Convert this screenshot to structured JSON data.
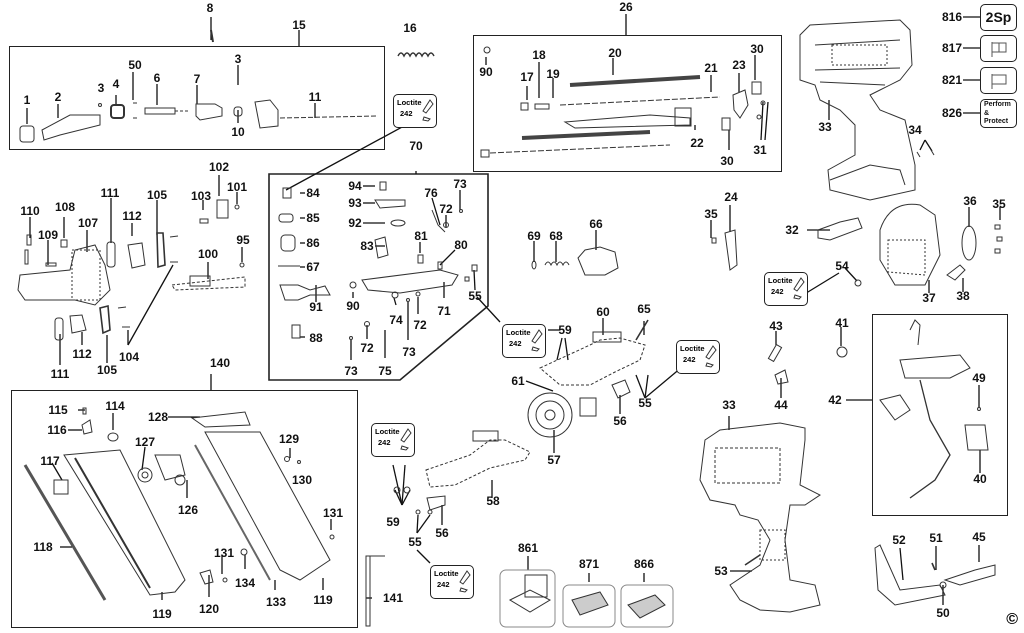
{
  "diagram": {
    "title": "Exploded parts diagram - cordless framing nailer",
    "copyright_symbol": "©",
    "loctite": {
      "line1": "Loctite",
      "line2": "242"
    },
    "accessories": {
      "816": "2Sp",
      "826_line1": "Perform",
      "826_line2": "&",
      "826_line3": "Protect"
    },
    "groups": {
      "g15": "15",
      "g26": "26",
      "g70": "70",
      "g140": "140",
      "g42": "42"
    },
    "labels": {
      "l1": "1",
      "l2": "2",
      "l3a": "3",
      "l4": "4",
      "l50a": "50",
      "l6": "6",
      "l7": "7",
      "l3b": "3",
      "l8": "8",
      "l10": "10",
      "l11": "11",
      "l16": "16",
      "l90a": "90",
      "l17": "17",
      "l18": "18",
      "l19": "19",
      "l20": "20",
      "l21": "21",
      "l22": "22",
      "l23": "23",
      "l30a": "30",
      "l30b": "30",
      "l31": "31",
      "l816": "816",
      "l817": "817",
      "l821": "821",
      "l826": "826",
      "l33a": "33",
      "l34": "34",
      "l110": "110",
      "l108": "108",
      "l109": "109",
      "l107": "107",
      "l111a": "111",
      "l112a": "112",
      "l105a": "105",
      "l103": "103",
      "l102": "102",
      "l101": "101",
      "l95": "95",
      "l100": "100",
      "l111b": "111",
      "l112b": "112",
      "l105b": "105",
      "l104": "104",
      "l84": "84",
      "l85": "85",
      "l86": "86",
      "l67": "67",
      "l91": "91",
      "l88": "88",
      "l94": "94",
      "l93": "93",
      "l92": "92",
      "l83": "83",
      "l76": "76",
      "l73a": "73",
      "l72a": "72",
      "l81": "81",
      "l80": "80",
      "l55a": "55",
      "l90b": "90",
      "l74": "74",
      "l72b": "72",
      "l71": "71",
      "l72c": "72",
      "l73b": "73",
      "l73c": "73",
      "l75": "75",
      "l69": "69",
      "l68": "68",
      "l66": "66",
      "l35a": "35",
      "l24": "24",
      "l60": "60",
      "l65": "65",
      "l59a": "59",
      "l61": "61",
      "l55b": "55",
      "l56a": "56",
      "l57": "57",
      "l32": "32",
      "l36": "36",
      "l35b": "35",
      "l37": "37",
      "l38": "38",
      "l54": "54",
      "l43": "43",
      "l41": "41",
      "l44": "44",
      "l49": "49",
      "l40": "40",
      "l115": "115",
      "l114": "114",
      "l116": "116",
      "l128": "128",
      "l127": "127",
      "l117": "117",
      "l129": "129",
      "l130": "130",
      "l126": "126",
      "l131a": "131",
      "l118": "118",
      "l131b": "131",
      "l134": "134",
      "l119a": "119",
      "l120": "120",
      "l133": "133",
      "l119b": "119",
      "l58": "58",
      "l59b": "59",
      "l56b": "56",
      "l55c": "55",
      "l141": "141",
      "l861": "861",
      "l871": "871",
      "l866": "866",
      "l33b": "33",
      "l53": "53",
      "l52": "52",
      "l51": "51",
      "l45": "45",
      "l50b": "50"
    }
  }
}
